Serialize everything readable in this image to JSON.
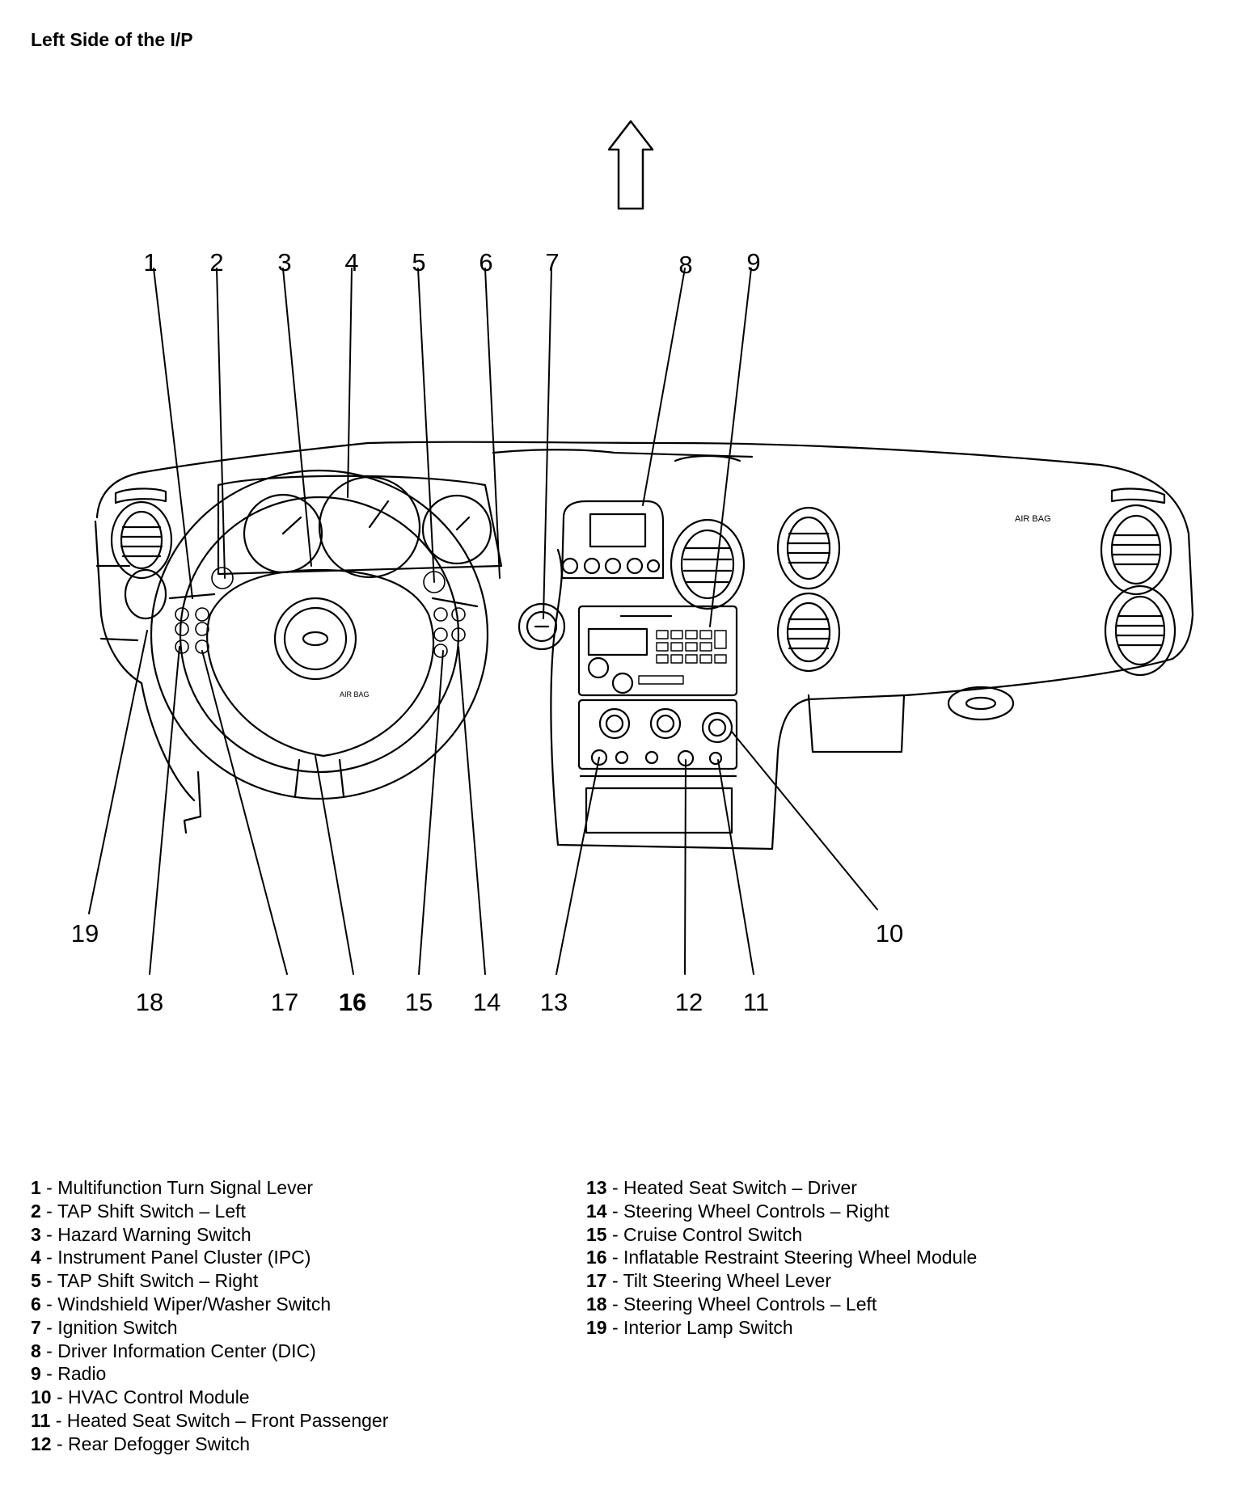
{
  "page_title": "Left Side of the I/P",
  "panel_text": {
    "airbag_passenger": "AIR BAG",
    "airbag_wheel": "AIR BAG"
  },
  "callouts": [
    "1",
    "2",
    "3",
    "4",
    "5",
    "6",
    "7",
    "8",
    "9",
    "10",
    "11",
    "12",
    "13",
    "14",
    "15",
    "16",
    "17",
    "18",
    "19"
  ],
  "legend_left": [
    {
      "num": "1",
      "label": "Multifunction Turn Signal Lever"
    },
    {
      "num": "2",
      "label": "TAP Shift Switch – Left"
    },
    {
      "num": "3",
      "label": "Hazard Warning Switch"
    },
    {
      "num": "4",
      "label": "Instrument Panel Cluster (IPC)"
    },
    {
      "num": "5",
      "label": "TAP Shift Switch – Right"
    },
    {
      "num": "6",
      "label": "Windshield Wiper/Washer Switch"
    },
    {
      "num": "7",
      "label": "Ignition Switch"
    },
    {
      "num": "8",
      "label": "Driver Information Center (DIC)"
    },
    {
      "num": "9",
      "label": "Radio"
    },
    {
      "num": "10",
      "label": "HVAC Control Module"
    },
    {
      "num": "11",
      "label": "Heated Seat Switch – Front Passenger"
    },
    {
      "num": "12",
      "label": "Rear Defogger Switch"
    }
  ],
  "legend_right": [
    {
      "num": "13",
      "label": "Heated Seat Switch – Driver"
    },
    {
      "num": "14",
      "label": "Steering Wheel Controls – Right"
    },
    {
      "num": "15",
      "label": "Cruise Control Switch"
    },
    {
      "num": "16",
      "label": "Inflatable Restraint Steering Wheel Module"
    },
    {
      "num": "17",
      "label": "Tilt Steering Wheel Lever"
    },
    {
      "num": "18",
      "label": "Steering Wheel Controls – Left"
    },
    {
      "num": "19",
      "label": "Interior Lamp Switch"
    }
  ]
}
